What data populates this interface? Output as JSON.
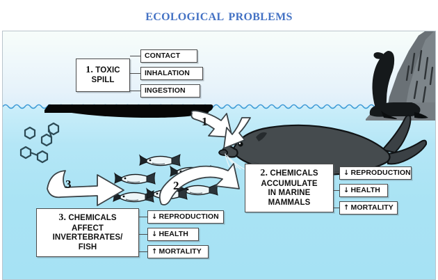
{
  "page": {
    "title": "Ecological Problems",
    "title_color": "#4472C4"
  },
  "figure": {
    "name": "oil-spill-marine-contamination-pathway-diagram",
    "colors": {
      "sky": "#EEF7FB",
      "water": "#ACE5F5",
      "oil_slick": "#0A0A0A",
      "rock": "#6E757A",
      "seal": "#3C4245",
      "box_border": "#4A4A4A",
      "box_fill": "#FFFFFF"
    },
    "scene": {
      "oil_slick_label": "oil-slick",
      "waterline_label": "water-surface",
      "rock_label": "rock-outcrop",
      "hauled_seal_label": "sea-lion-on-rock",
      "swimming_seal_label": "swimming-seal",
      "fish_count": 6,
      "fish_label": "school-of-fish",
      "chemical_rings": 5,
      "chemical_label": "toxic-chemical-molecules"
    },
    "arrows": [
      {
        "id": "1",
        "label": "1",
        "from": "toxic-spill",
        "to": "marine-mammal"
      },
      {
        "id": "2",
        "label": "2",
        "from": "contaminated-fish",
        "to": "marine-mammal"
      },
      {
        "id": "3",
        "label": "3",
        "from": "toxic-chemicals",
        "to": "fish"
      }
    ],
    "groups": [
      {
        "id": "group-1",
        "number": "1.",
        "title": "TOXIC SPILL",
        "title_lines": [
          "TOXIC",
          "SPILL"
        ],
        "effects": [
          {
            "trend": "",
            "label": "CONTACT"
          },
          {
            "trend": "",
            "label": "INHALATION"
          },
          {
            "trend": "",
            "label": "INGESTION"
          }
        ]
      },
      {
        "id": "group-2",
        "number": "2.",
        "title": "CHEMICALS ACCUMULATE IN MARINE MAMMALS",
        "title_lines": [
          "CHEMICALS",
          "ACCUMULATE",
          "IN MARINE",
          "MAMMALS"
        ],
        "effects": [
          {
            "trend": "↓",
            "label": "REPRODUCTION"
          },
          {
            "trend": "↓",
            "label": "HEALTH"
          },
          {
            "trend": "↑",
            "label": "MORTALITY"
          }
        ]
      },
      {
        "id": "group-3",
        "number": "3.",
        "title": "CHEMICALS AFFECT INVERTEBRATES/ FISH",
        "title_lines": [
          "CHEMICALS",
          "AFFECT",
          "INVERTEBRATES/",
          "FISH"
        ],
        "effects": [
          {
            "trend": "↓",
            "label": "REPRODUCTION"
          },
          {
            "trend": "↓",
            "label": "HEALTH"
          },
          {
            "trend": "↑",
            "label": "MORTALITY"
          }
        ]
      }
    ]
  }
}
